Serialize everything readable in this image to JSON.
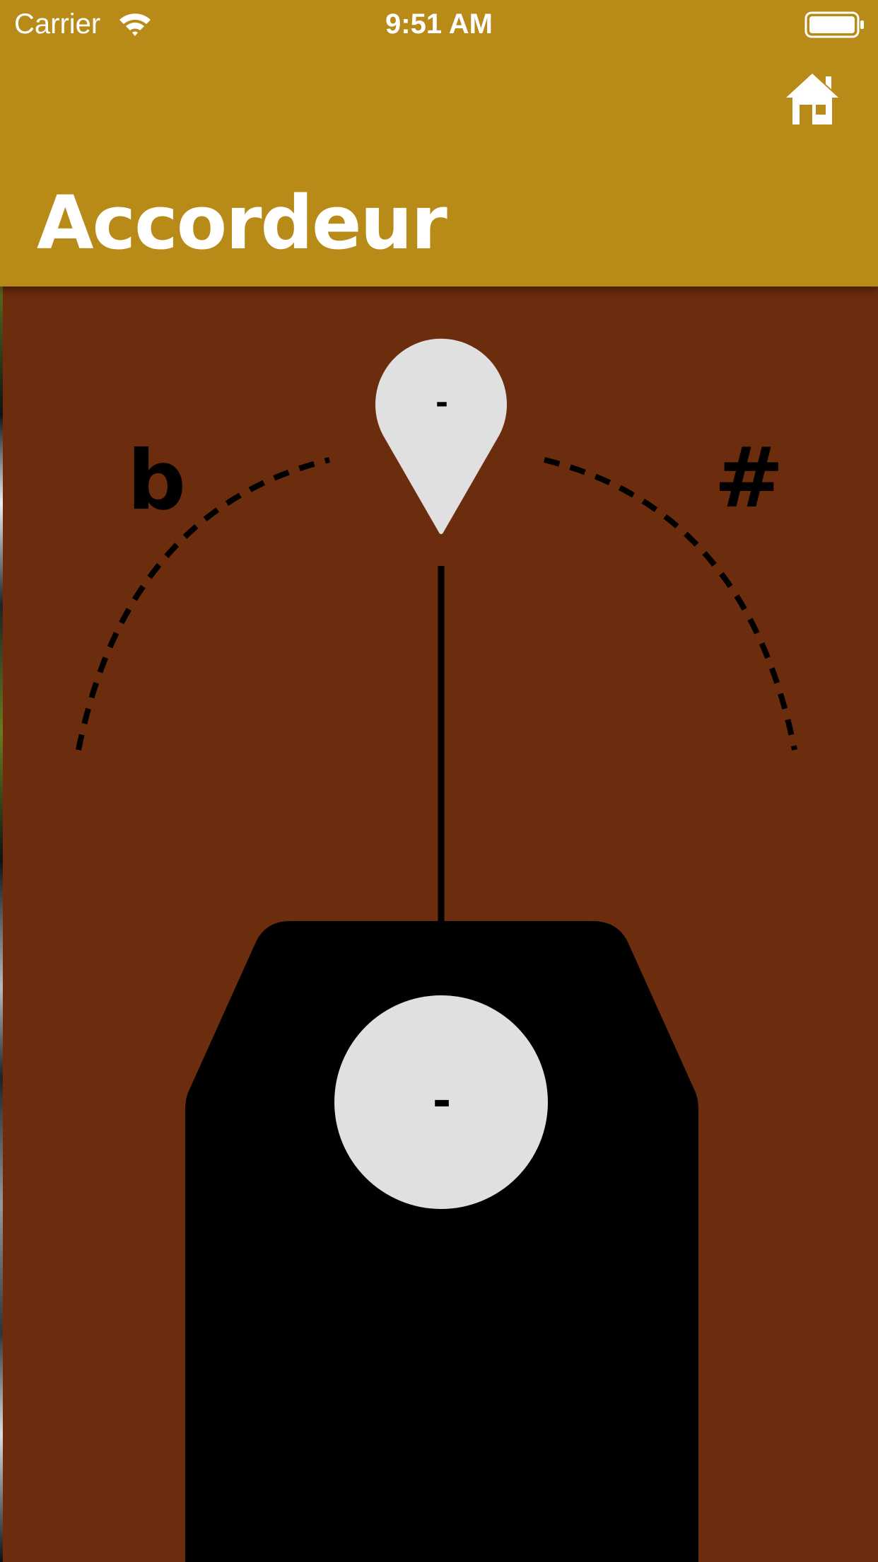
{
  "status_bar": {
    "carrier": "Carrier",
    "time": "9:51 AM",
    "wifi_icon": "wifi-icon",
    "battery_icon": "battery-full-icon"
  },
  "nav": {
    "title": "Accordeur",
    "home_icon": "home-icon"
  },
  "tuner": {
    "flat_symbol": "b",
    "sharp_symbol": "#",
    "pointer_value": "-",
    "note_value": "-"
  },
  "colors": {
    "header": "#b88a17",
    "background": "#6b2d0e",
    "indicator": "#e0e0e0",
    "body": "#000000"
  }
}
